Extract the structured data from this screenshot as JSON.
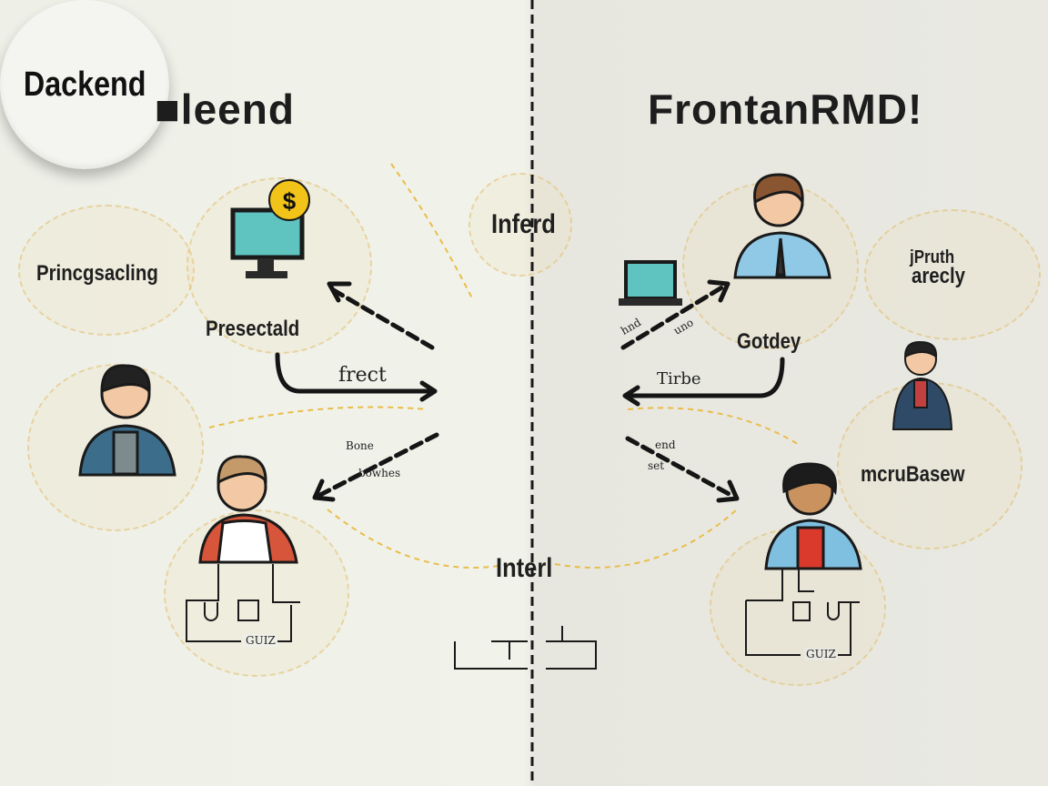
{
  "left_title": "■leend",
  "right_title": "FrontanRMD!",
  "center_node": "Dackend",
  "top_label": "Inferd",
  "bottom_label": "Interl",
  "left": {
    "process_label": "Princgsacling",
    "preset_label": "Presectald",
    "arrow_label": "frect",
    "lower_arrow_label_1": "Bone",
    "lower_arrow_label_2": "bowhes",
    "circuit_label": "GUIZ"
  },
  "right": {
    "top_right_label_1": "jPruth",
    "top_right_label_2": "arecly",
    "gateway_label": "Gotdey",
    "arrow_label": "Tirbe",
    "upper_arrow_label_1": "hnd",
    "upper_arrow_label_2": "uno",
    "lower_arrow_label_1": "end",
    "lower_arrow_label_2": "set",
    "db_label": "mcruBasew",
    "circuit_label": "GUIZ"
  },
  "colors": {
    "ink": "#1d1d1d",
    "accent_yellow": "#f2c318",
    "screen": "#5fc3c0",
    "shirt_blue": "#8fc9e6"
  }
}
